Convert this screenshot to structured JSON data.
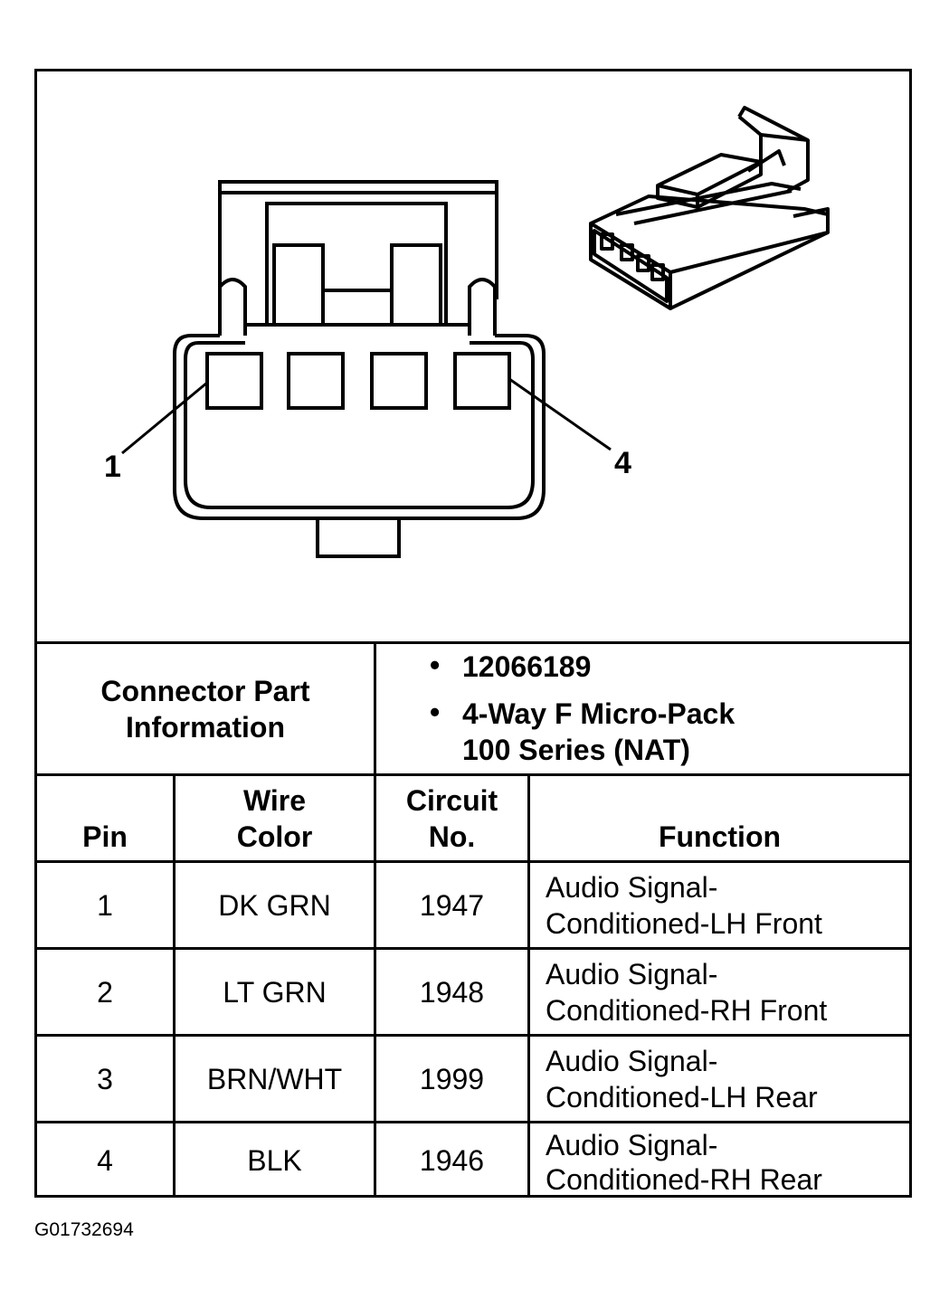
{
  "diagram": {
    "callout_left": "1",
    "callout_right": "4"
  },
  "connector_info": {
    "label": "Connector Part\nInformation",
    "part_number": "12066189",
    "description_line1": "4-Way F Micro-Pack",
    "description_line2": "100 Series (NAT)"
  },
  "table": {
    "headers": {
      "pin": "Pin",
      "wire_color_line1": "Wire",
      "wire_color_line2": "Color",
      "circuit_line1": "Circuit",
      "circuit_line2": "No.",
      "function": "Function"
    },
    "rows": [
      {
        "pin": "1",
        "wire_color": "DK GRN",
        "circuit": "1947",
        "function_line1": "Audio Signal-",
        "function_line2": "Conditioned-LH Front"
      },
      {
        "pin": "2",
        "wire_color": "LT GRN",
        "circuit": "1948",
        "function_line1": "Audio Signal-",
        "function_line2": "Conditioned-RH Front"
      },
      {
        "pin": "3",
        "wire_color": "BRN/WHT",
        "circuit": "1999",
        "function_line1": "Audio Signal-",
        "function_line2": "Conditioned-LH Rear"
      },
      {
        "pin": "4",
        "wire_color": "BLK",
        "circuit": "1946",
        "function_line1": "Audio Signal-",
        "function_line2": "Conditioned-RH Rear"
      }
    ]
  },
  "figure_id": "G01732694"
}
